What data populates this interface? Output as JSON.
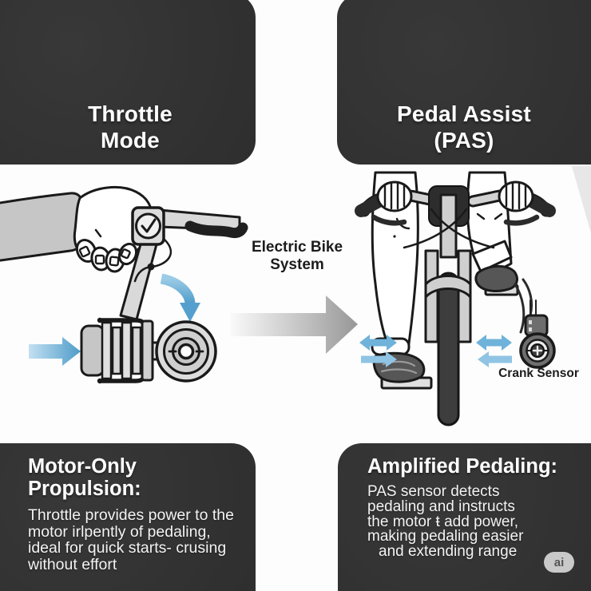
{
  "panels": {
    "top_left": {
      "title": "Throttle\nMode"
    },
    "top_right": {
      "title": "Pedal Assist\n(PAS)"
    },
    "bottom_left": {
      "heading": "Motor-Only Propulsion:",
      "lines": [
        "Throttle provides power to the",
        "motor irlpently of pedaling,",
        "ideal for quick starts- crusing",
        "without effort"
      ]
    },
    "bottom_right": {
      "heading": "Amplified Pedaling:",
      "lines": [
        "PAS sensor detects",
        "pedaling and instructs",
        "the motor ŧ add power,",
        "making pedaling easier",
        "and extending range"
      ]
    }
  },
  "diagram": {
    "center_label": "Electric Bike\nSystem",
    "crank_sensor_label": "Crank Sensor",
    "icons": {
      "hand-throttle-illustration": "hand pressing thumb throttle with check display",
      "check-icon": "check mark",
      "down-curl-arrow-icon": "curved blue arrow pointing down",
      "power-arrow-icon": "blue arrow pointing right at motor",
      "hub-motor-illustration": "electric hub motor with finned body and hub disc",
      "flow-arrow-icon": "large gray arrow pointing right",
      "pedal-assist-bike-illustration": "front view of cyclist pedaling e-bike",
      "pedal-motion-arrows-icon": "blue horizontal arrows at pedals",
      "crank-sensor-icon": "round crank sensor with cable"
    }
  },
  "badge": {
    "label": "ai"
  },
  "colors": {
    "panel_bg": "#333333",
    "title_text": "#ffffff",
    "body_text": "#f3f3f3",
    "diagram_text": "#1c1c1c",
    "accent_blue": "#5ea9d3",
    "flow_arrow_gray": "#9e9e9e",
    "badge_bg": "#c9c9c9",
    "badge_text": "#545454"
  }
}
